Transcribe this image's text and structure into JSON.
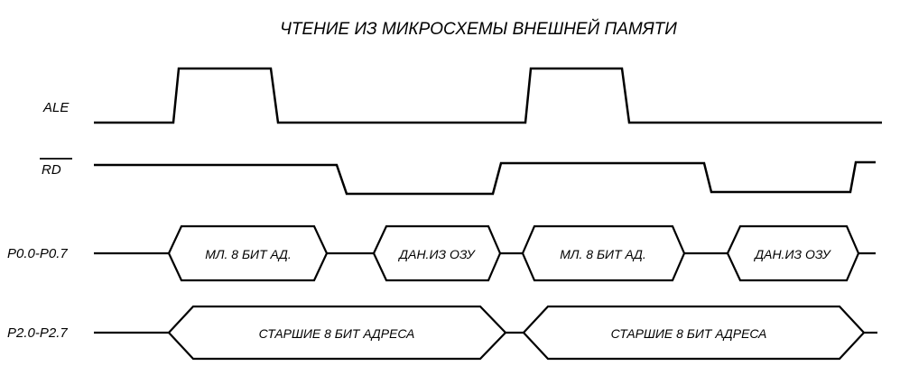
{
  "title": "ЧТЕНИЕ ИЗ МИКРОСХЕМЫ ВНЕШНЕЙ ПАМЯТИ",
  "signals": {
    "ale": "ALE",
    "rd": "RD",
    "p0": "P0.0-P0.7",
    "p2": "P2.0-P2.7"
  },
  "p0_segments": [
    "МЛ. 8 БИТ АД.",
    "ДАН.ИЗ ОЗУ",
    "МЛ. 8 БИТ АД.",
    "ДАН.ИЗ ОЗУ"
  ],
  "p2_segments": [
    "СТАРШИЕ 8 БИТ АДРЕСА",
    "СТАРШИЕ 8 БИТ АДРЕСА"
  ],
  "colors": {
    "line": "#000000",
    "background": "#ffffff"
  }
}
